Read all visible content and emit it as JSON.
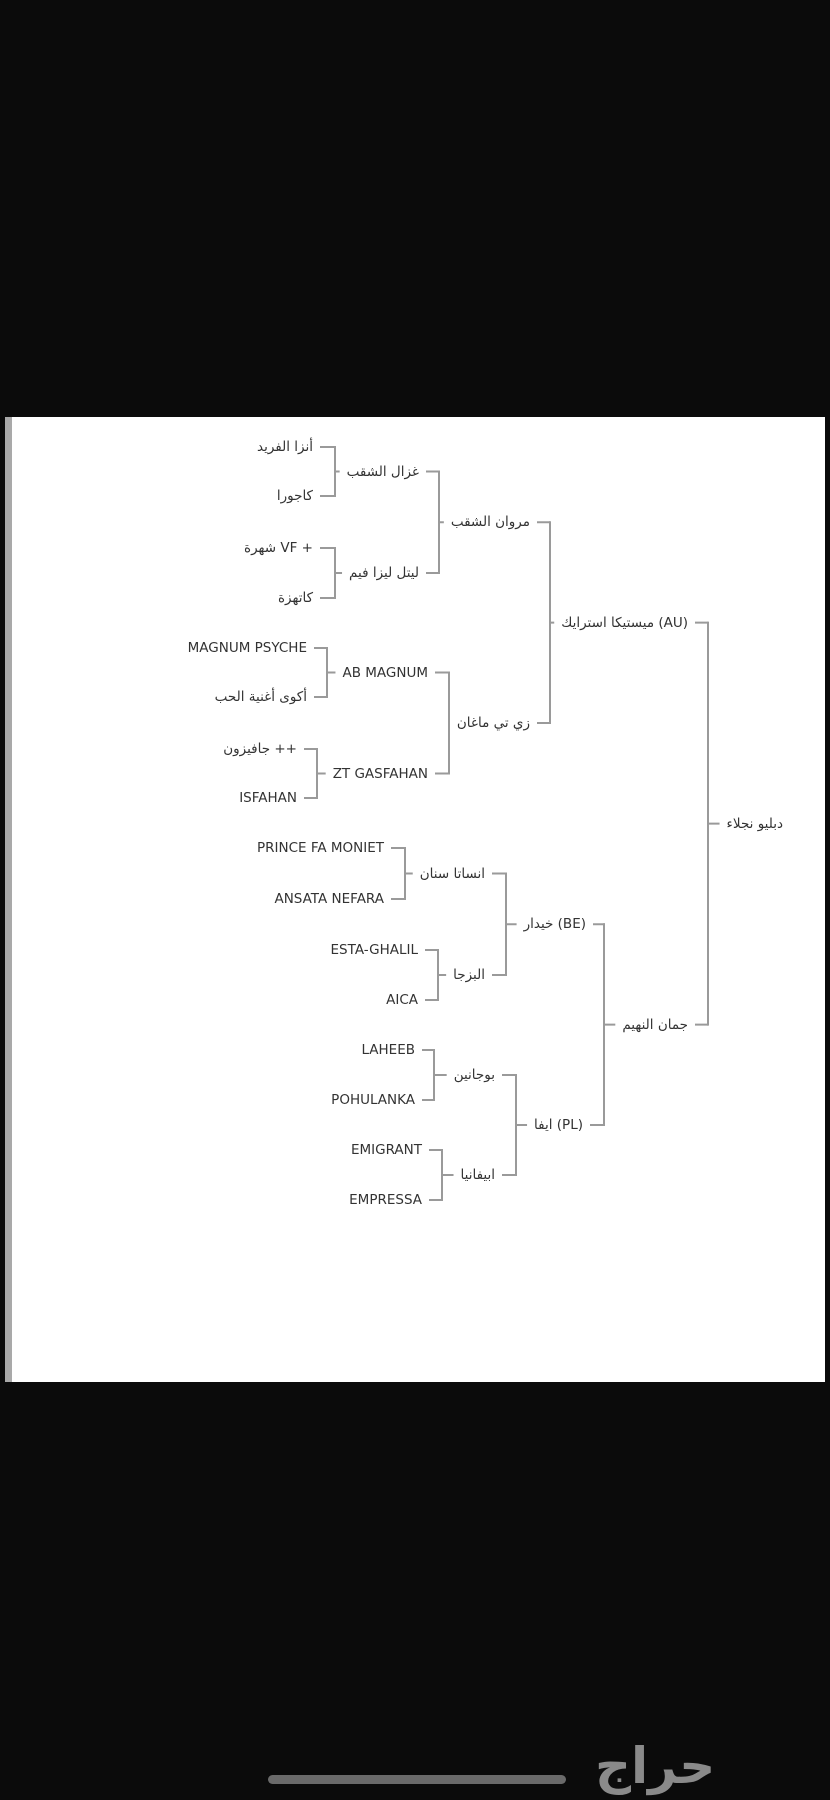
{
  "bracket": {
    "round1": [
      "أنزا الفريد",
      "كاجورا",
      "شهرة VF +",
      "كاتهزة",
      "MAGNUM PSYCHE",
      "أكوى أغنية الحب",
      "جافيزون ++",
      "ISFAHAN",
      "PRINCE FA MONIET",
      "ANSATA NEFARA",
      "ESTA-GHALIL",
      "AICA",
      "LAHEEB",
      "POHULANKA",
      "EMIGRANT",
      "EMPRESSA"
    ],
    "round2": [
      "غزال الشقب",
      "ليتل ليزا فيم",
      "AB MAGNUM",
      "ZT GASFAHAN",
      "انساتا سنان",
      "البزجا",
      "بوجانين",
      "ابيفانيا"
    ],
    "round3": [
      "مروان الشقب",
      "زي تي ماغان",
      "خيدار (BE)",
      "ايفا (PL)"
    ],
    "round4": [
      "ميستيكا استرايك (AU)",
      "جمان النهيم"
    ],
    "round5": [
      "دبليو نجلاء"
    ],
    "line_color": "#9a9a9a",
    "text_color": "#333333"
  },
  "footer": {
    "logo_text": "حراج"
  }
}
